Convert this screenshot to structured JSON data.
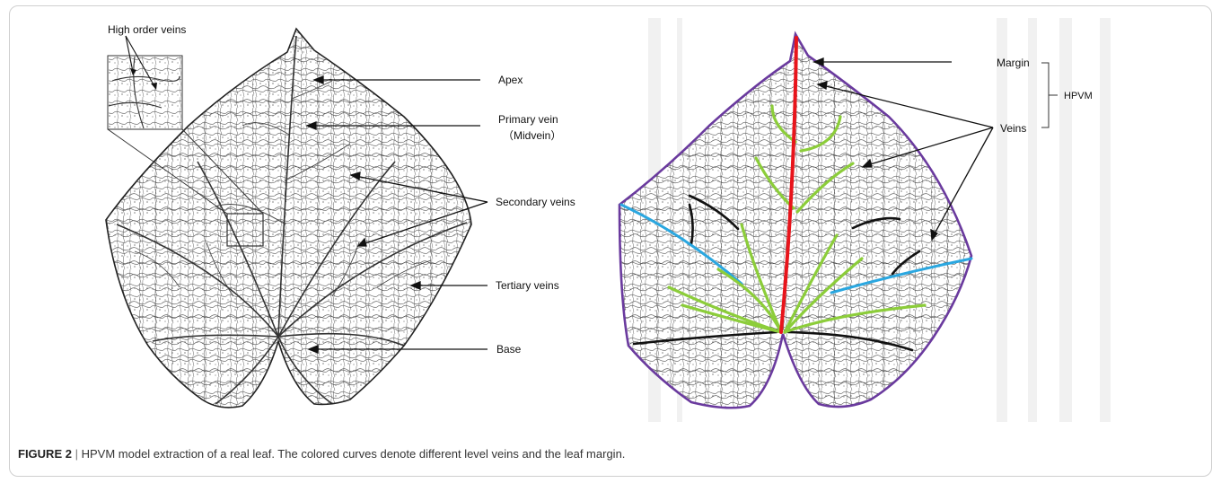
{
  "figure": {
    "left_panel": {
      "labels": {
        "high_order": "High order veins",
        "apex": "Apex",
        "primary": "Primary vein",
        "midvein": "（Midvein）",
        "secondary": "Secondary veins",
        "tertiary": "Tertiary veins",
        "base": "Base"
      }
    },
    "right_panel": {
      "labels": {
        "margin": "Margin",
        "veins": "Veins",
        "model": "HPVM"
      },
      "colors": {
        "margin": "#6a3a9e",
        "primary": "#e8141b",
        "secondary": "#8ccd3a",
        "tertiary_blue": "#2aa7e0",
        "high_order": "#111111"
      }
    }
  },
  "caption": {
    "label": "FIGURE 2",
    "separator": "|",
    "text": "HPVM model extraction of a real leaf. The colored curves denote different level veins and the leaf margin."
  }
}
